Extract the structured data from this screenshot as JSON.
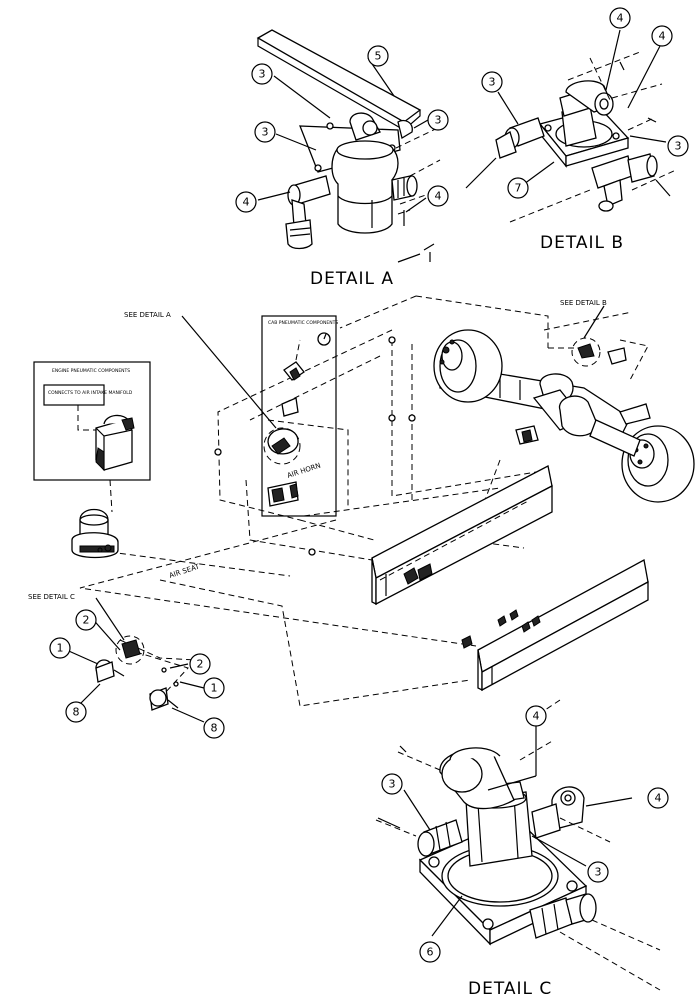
{
  "details": {
    "a": {
      "title": "DETAIL A"
    },
    "b": {
      "title": "DETAIL B"
    },
    "c": {
      "title": "DETAIL C"
    }
  },
  "labels": {
    "see_detail_a": "SEE DETAIL A",
    "see_detail_b": "SEE DETAIL B",
    "see_detail_c": "SEE DETAIL C",
    "engine_box_title": "ENGINE PNEUMATIC COMPONENTS",
    "engine_manifold_note": "CONNECTS TO AIR INTAKE MANIFOLD",
    "cab_box_title": "CAB PNEUMATIC COMPONENTS",
    "air_horn": "AIR HORN",
    "air_seat": "AIR SEAT"
  },
  "callouts": {
    "a_3_top": "3",
    "a_5": "5",
    "a_3_right": "3",
    "a_3_left": "3",
    "a_4_left": "4",
    "a_4_right": "4",
    "b_4_top": "4",
    "b_4_right": "4",
    "b_3_left": "3",
    "b_3_right": "3",
    "b_7": "7",
    "m_2_upper": "2",
    "m_1_left": "1",
    "m_2_right": "2",
    "m_1_right": "1",
    "m_8_left": "8",
    "m_8_right": "8",
    "c_4_top": "4",
    "c_4_right": "4",
    "c_3_left": "3",
    "c_3_right": "3",
    "c_6": "6"
  }
}
